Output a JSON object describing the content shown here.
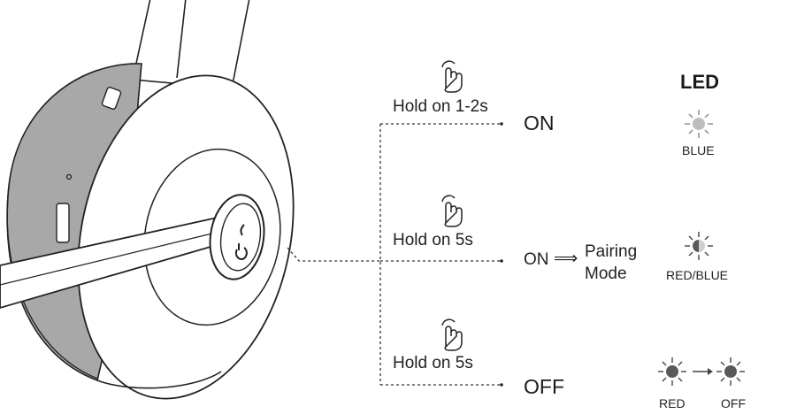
{
  "led_header": "LED",
  "rows": [
    {
      "action": "Hold on 1-2s",
      "result": "ON",
      "led_label": "BLUE"
    },
    {
      "action": "Hold on 5s",
      "result": "ON",
      "arrow": "⟹",
      "mode_line1": "Pairing",
      "mode_line2": "Mode",
      "led_label": "RED/BLUE"
    },
    {
      "action": "Hold on 5s",
      "result": "OFF",
      "led_label_a": "RED",
      "led_label_b": "OFF"
    }
  ],
  "colors": {
    "line": "#222222",
    "led_blue": "#bdbdbd",
    "led_red": "#5a5a5a",
    "earcup": "#a8a8a8"
  },
  "icons": [
    "headset",
    "hand-press-icon",
    "power-button-icon",
    "led-light-icon",
    "right-arrow-icon"
  ]
}
